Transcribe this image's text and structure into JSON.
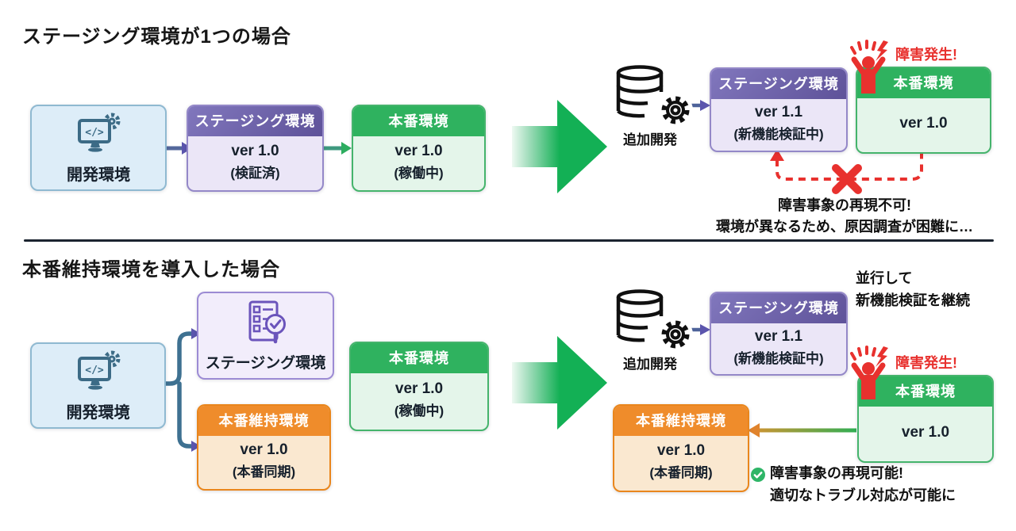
{
  "palette": {
    "purple_header": "#6a5ead",
    "green_header": "#2fb25f",
    "orange_header": "#ef8c2b",
    "alert_red": "#e8312e",
    "check_green": "#2eb567",
    "dev_icon_blue": "#3c6b86",
    "staging_icon_purple": "#6b54bb",
    "big_arrow_green": "#13b055"
  },
  "icons": {
    "dev": "monitor-code-gear-icon",
    "additional_dev": "database-gear-icon",
    "staging_check": "checklist-magnifier-icon",
    "incident": "alert-person-icon",
    "reproducible": "check-circle-icon"
  },
  "section1": {
    "title": "ステージング環境が1つの場合",
    "dev": {
      "label": "開発環境"
    },
    "staging": {
      "title": "ステージング環境",
      "version": "ver 1.0",
      "note": "(検証済)"
    },
    "production": {
      "title": "本番環境",
      "version": "ver 1.0",
      "note": "(稼働中)"
    },
    "additional_dev": {
      "label": "追加開発"
    },
    "staging_after": {
      "title": "ステージング環境",
      "version": "ver 1.1",
      "note": "(新機能検証中)"
    },
    "incident": {
      "label": "障害発生!"
    },
    "production_after": {
      "title": "本番環境",
      "version": "ver 1.0"
    },
    "caption": {
      "line1": "障害事象の再現不可!",
      "line2": "環境が異なるため、原因調査が困難に…"
    }
  },
  "section2": {
    "title": "本番維持環境を導入した場合",
    "dev": {
      "label": "開発環境"
    },
    "staging": {
      "label": "ステージング環境"
    },
    "maintain": {
      "title": "本番維持環境",
      "version": "ver 1.0",
      "note": "(本番同期)"
    },
    "production": {
      "title": "本番環境",
      "version": "ver 1.0",
      "note": "(稼働中)"
    },
    "additional_dev": {
      "label": "追加開発"
    },
    "staging_after": {
      "title": "ステージング環境",
      "version": "ver 1.1",
      "note": "(新機能検証中)"
    },
    "parallel_note": {
      "line1": "並行して",
      "line2": "新機能検証を継続"
    },
    "incident": {
      "label": "障害発生!"
    },
    "production_after": {
      "title": "本番環境",
      "version": "ver 1.0"
    },
    "maintain_after": {
      "title": "本番維持環境",
      "version": "ver 1.0",
      "note": "(本番同期)"
    },
    "caption": {
      "line1": "障害事象の再現可能!",
      "line2": "適切なトラブル対応が可能に"
    }
  }
}
